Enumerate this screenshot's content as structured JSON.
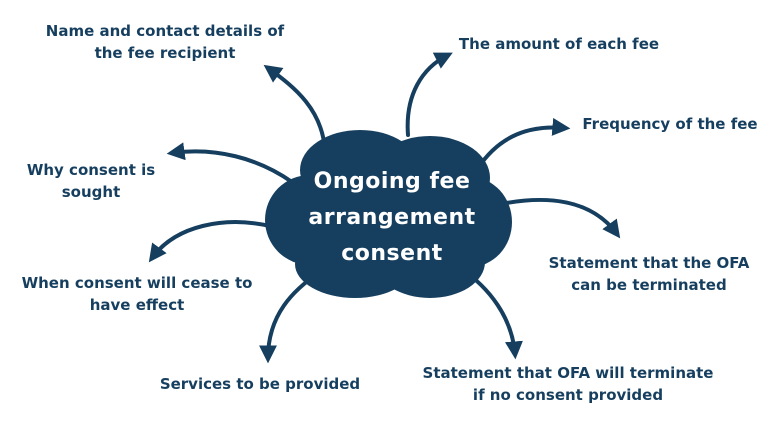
{
  "center": {
    "label": "Ongoing fee\narrangement\nconsent"
  },
  "items": {
    "recipient": "Name and contact details of\nthe fee recipient",
    "amount": "The amount of each fee",
    "frequency": "Frequency of the fee",
    "why_consent": "Why consent is\nsought",
    "termination_statement": "Statement that the OFA\ncan be terminated",
    "cease_effect": "When consent will cease to\nhave effect",
    "services": "Services to be provided",
    "no_consent": "Statement that OFA will terminate\nif no consent provided"
  },
  "colors": {
    "primary": "#163f5f",
    "center_text": "#ffffff",
    "background": "#ffffff"
  }
}
